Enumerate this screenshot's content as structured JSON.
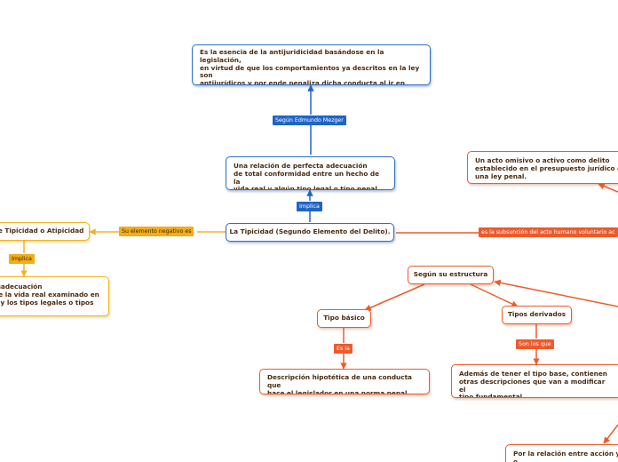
{
  "nodes": {
    "central": "La Tipicidad (Segundo Elemento del Delito).",
    "relacion": "Una relación de perfecta adecuación\nde total conformidad entre un hecho de la\nvida real y algún tipo legal o tipo penal.",
    "esencia": "Es la esencia de la antijuridicidad basándose en la legislación,\nen virtud de que los comportamientos ya descritos en la ley son\nantijurídicos y por ende penaliza dicha conducta al ir en contra\ndel orden jurídico ya establecido.",
    "atipicidad": "de Tipicidad o Atipicidad",
    "inadecuacion": "Inadecuación\nde la vida real examinado en\no y los tipos legales o tipos",
    "acto_omisivo": "Un acto omisivo o activo como delito\nestablecido en el presupuesto jurídico de\nuna ley penal.",
    "estructura": "Según su estructura",
    "tipo_basico": "Tipo básico",
    "tipos_derivados": "Tipos derivados",
    "descripcion": "Descripción hipotética de una conducta que\nhace el legislador en una norma penal.",
    "ademas": "Además de tener el tipo base, contienen\notras descripciones que van a modificar el\ntipo fundamental.",
    "relacion_accion": "Por la relación entre acción y o\nacción"
  },
  "labels": {
    "mezger": "Según Edmundo Mezger",
    "implica_blue": "Implica",
    "negativo": "Su elemento negativo es",
    "implica_yellow": "Implica",
    "subsuncion": "es la subsunción del acto humano voluntario ac",
    "es_la": "Es la",
    "son_los_que": "Son los que"
  },
  "colors": {
    "blue": "#2b6fc8",
    "orange": "#ef5a2a",
    "yellow": "#f2b320"
  }
}
